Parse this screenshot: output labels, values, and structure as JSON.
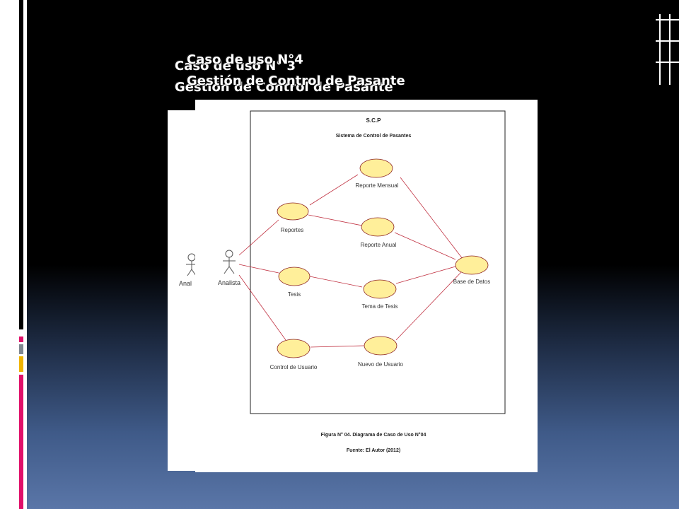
{
  "slide_back": {
    "title_line1": "Caso de uso N° 3",
    "title_line2": "Gestión de Control de Pasante",
    "actor_label": "Anal"
  },
  "slide_front": {
    "title_line1": "Caso de uso N°4",
    "title_line2": "Gestión de Control de Pasante"
  },
  "diagram": {
    "system_abbrev": "S.C.P",
    "system_name": "Sistema de Control de Pasantes",
    "actor": "Analista",
    "use_cases": {
      "reportes": "Reportes",
      "reporte_mensual": "Reporte Mensual",
      "reporte_anual": "Reporte Anual",
      "tesis": "Tesis",
      "tema_tesis": "Tema de Tesis",
      "control_usuario": "Control de Usuario",
      "nuevo_usuario": "Nuevo de Usuario",
      "base_datos": "Base de Datos"
    },
    "caption": "Figura N° 04. Diagrama de Caso de Uso N°04",
    "source": "Fuente: El Autor (2012)"
  },
  "colors": {
    "ellipse_fill": "#ffef9a",
    "ellipse_stroke": "#8b2020",
    "line": "#c03040",
    "accent_magenta": "#e0106a",
    "accent_gray": "#808890",
    "accent_yellow": "#f0b400"
  }
}
